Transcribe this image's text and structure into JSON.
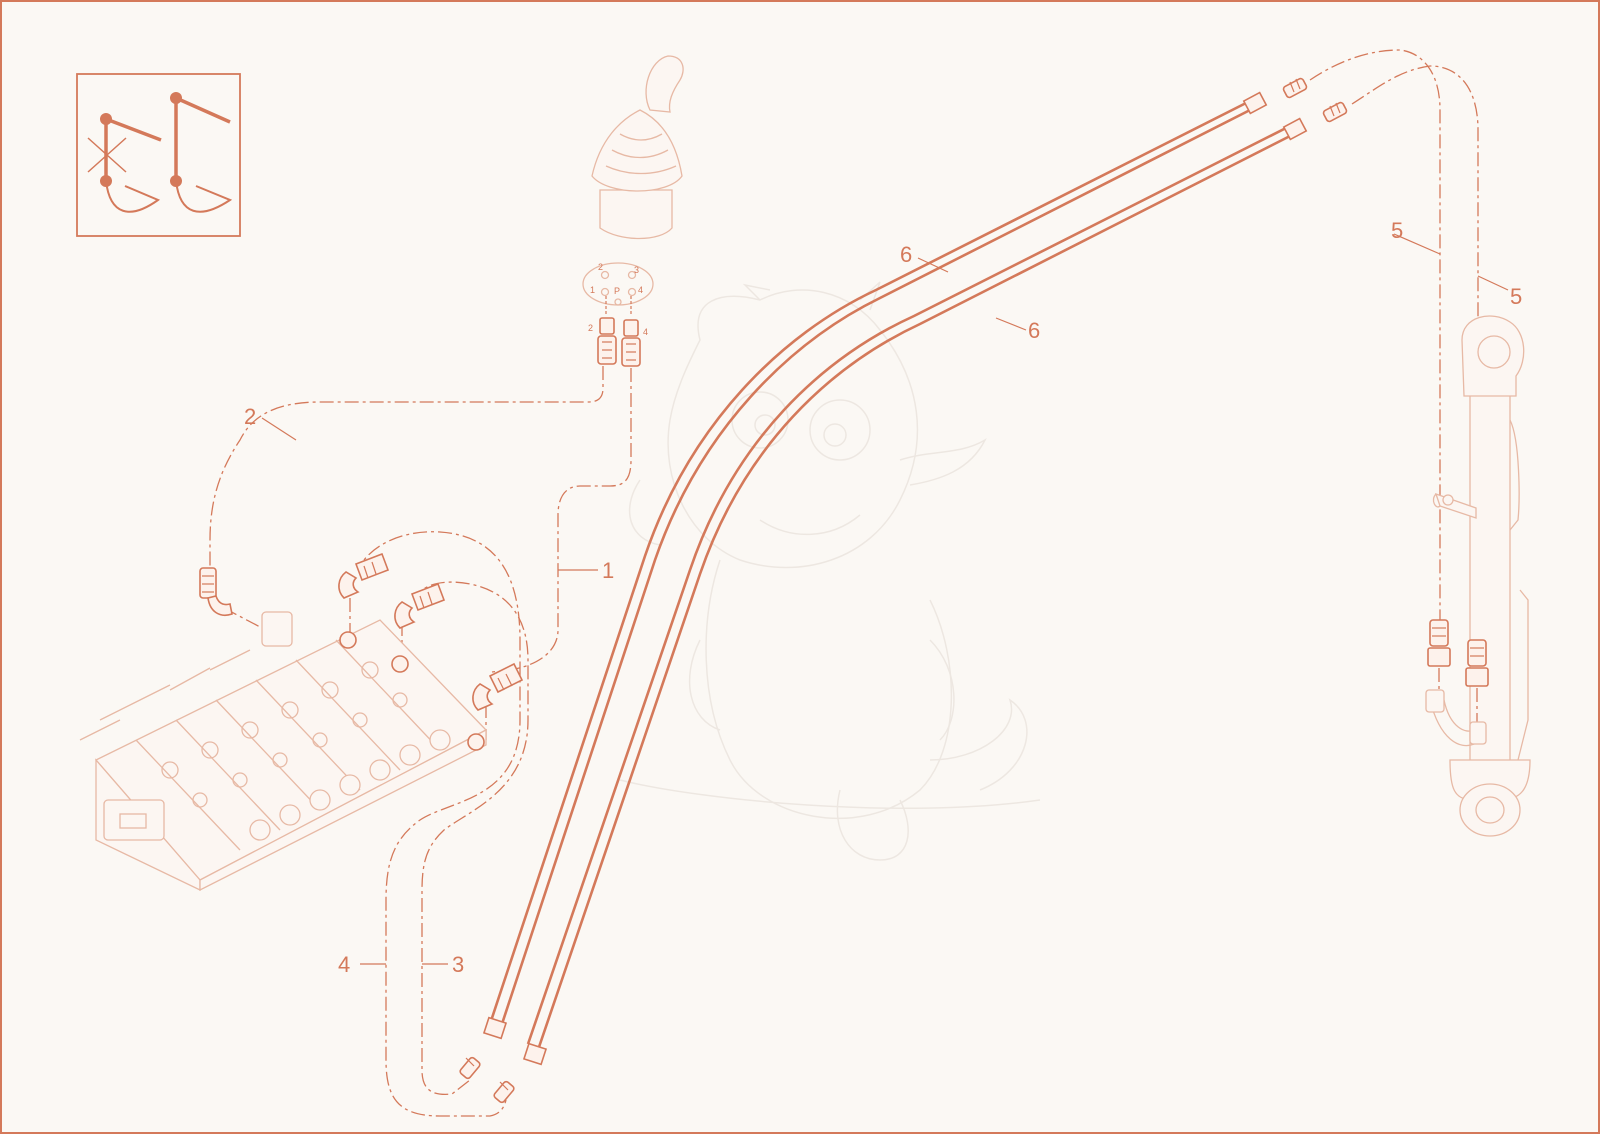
{
  "diagram": {
    "callouts": [
      {
        "id": "callout-1",
        "text": "1"
      },
      {
        "id": "callout-2",
        "text": "2"
      },
      {
        "id": "callout-3",
        "text": "3"
      },
      {
        "id": "callout-4",
        "text": "4"
      },
      {
        "id": "callout-5a",
        "text": "5"
      },
      {
        "id": "callout-5b",
        "text": "5"
      },
      {
        "id": "callout-6a",
        "text": "6"
      },
      {
        "id": "callout-6b",
        "text": "6"
      }
    ],
    "port_labels": {
      "port_1": "1",
      "port_2": "2",
      "port_3": "3",
      "port_4": "4",
      "port_p": "P",
      "fitting_2": "2",
      "fitting_4": "4"
    },
    "colors": {
      "accent": "#d4795a",
      "background": "#fbf8f4",
      "faint": "#e7b9a5",
      "watermark": "#ece6e0"
    },
    "icons": [
      "boom-function-icon",
      "joystick-handle",
      "pilot-port-plate",
      "control-valve-block",
      "hydraulic-cylinder",
      "dragon-watermark"
    ]
  }
}
